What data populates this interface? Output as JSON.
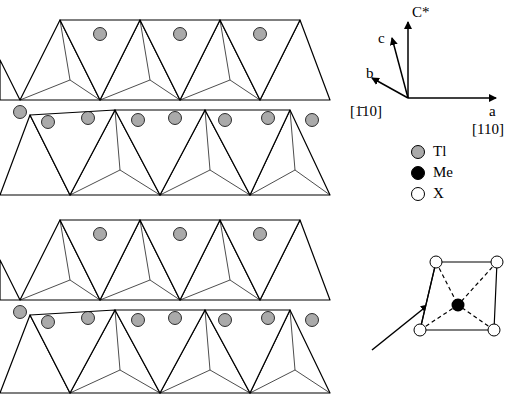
{
  "diagram": {
    "labels": [
      "c",
      "C*",
      "b",
      "[1̄10]",
      "a",
      "[110]"
    ],
    "legend": [
      {
        "text": "Tl",
        "color": "#aaaaaa"
      },
      {
        "text": "Me",
        "color": "#000000"
      },
      {
        "text": "X",
        "color": "#ffffff"
      }
    ]
  }
}
